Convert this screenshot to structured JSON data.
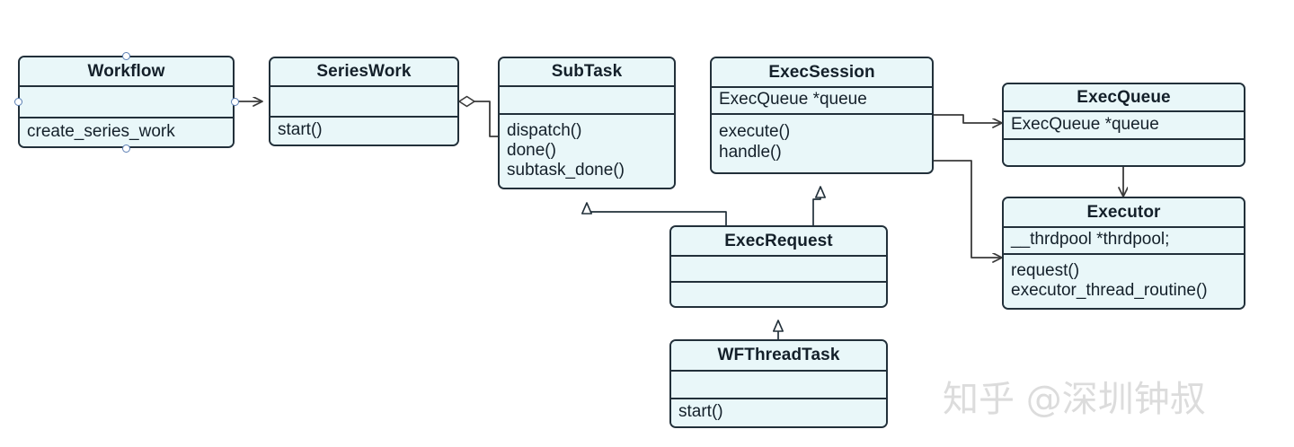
{
  "diagram": {
    "type": "uml-class-diagram",
    "background": "#ffffff",
    "box_fill": "#e9f7f9",
    "box_stroke": "#22303a",
    "handle_color": "#5b7fb4",
    "classes": [
      {
        "id": "workflow",
        "name": "Workflow",
        "attributes": [],
        "methods": [
          "create_series_work"
        ],
        "selected": true
      },
      {
        "id": "serieswork",
        "name": "SeriesWork",
        "attributes": [],
        "methods": [
          "start()"
        ],
        "selected": false
      },
      {
        "id": "subtask",
        "name": "SubTask",
        "attributes": [],
        "methods": [
          "dispatch()",
          "done()",
          "subtask_done()"
        ],
        "selected": false
      },
      {
        "id": "execsession",
        "name": "ExecSession",
        "attributes": [
          "ExecQueue *queue"
        ],
        "methods": [
          "execute()",
          "handle()"
        ],
        "selected": false
      },
      {
        "id": "execqueue",
        "name": "ExecQueue",
        "attributes": [
          "ExecQueue *queue"
        ],
        "methods": [],
        "selected": false
      },
      {
        "id": "executor",
        "name": "Executor",
        "attributes": [
          "__thrdpool *thrdpool;"
        ],
        "methods": [
          "request()",
          "executor_thread_routine()"
        ],
        "selected": false
      },
      {
        "id": "execrequest",
        "name": "ExecRequest",
        "attributes": [],
        "methods": [],
        "selected": false
      },
      {
        "id": "wfthreadtask",
        "name": "WFThreadTask",
        "attributes": [],
        "methods": [
          "start()"
        ],
        "selected": false
      }
    ],
    "relations": [
      {
        "id": "workflow-serieswork",
        "from": "workflow",
        "to": "serieswork",
        "kind": "association-open-arrow"
      },
      {
        "id": "serieswork-subtask",
        "from": "serieswork",
        "to": "subtask",
        "kind": "aggregation-diamond"
      },
      {
        "id": "execsession-execqueue",
        "from": "execsession",
        "to": "execqueue",
        "kind": "association-open-arrow"
      },
      {
        "id": "execsession-executor",
        "from": "execsession",
        "to": "executor",
        "kind": "association-open-arrow"
      },
      {
        "id": "execqueue-executor",
        "from": "execqueue",
        "to": "executor",
        "kind": "association-open-arrow"
      },
      {
        "id": "execrequest-subtask",
        "from": "execrequest",
        "to": "subtask",
        "kind": "generalization-hollow-triangle"
      },
      {
        "id": "execrequest-execsession",
        "from": "execrequest",
        "to": "execsession",
        "kind": "generalization-hollow-triangle"
      },
      {
        "id": "wfthreadtask-execrequest",
        "from": "wfthreadtask",
        "to": "execrequest",
        "kind": "generalization-hollow-triangle"
      }
    ]
  },
  "watermark": {
    "text": "知乎 @深圳钟叔",
    "color": "#dcdcdc"
  }
}
